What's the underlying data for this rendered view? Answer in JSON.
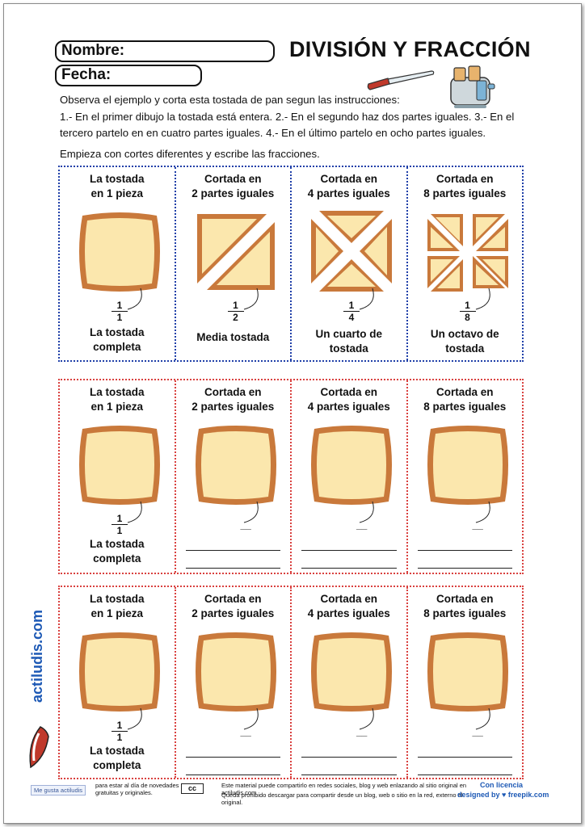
{
  "header": {
    "name_label": "Nombre:",
    "date_label": "Fecha:",
    "title": "DIVISIÓN Y FRACCIÓN"
  },
  "instructions": {
    "line1": "Observa el ejemplo y corta esta tostada  de pan segun las instrucciones:",
    "line2": "1.- En el primer dibujo la tostada está entera. 2.- En el segundo haz dos partes iguales. 3.- En el tercero partelo en en cuatro partes iguales. 4.- En el último partelo en ocho partes iguales.",
    "line3": "Empieza con cortes diferentes y escribe las fracciones."
  },
  "example": {
    "cells": [
      {
        "h1": "La tostada",
        "h2": "en 1 pieza",
        "num": "1",
        "den": "1",
        "f1": "La tostada",
        "f2": "completa"
      },
      {
        "h1": "Cortada en",
        "h2": "2 partes iguales",
        "num": "1",
        "den": "2",
        "f1": "Media tostada",
        "f2": ""
      },
      {
        "h1": "Cortada en",
        "h2": "4 partes iguales",
        "num": "1",
        "den": "4",
        "f1": "Un cuarto de",
        "f2": "tostada"
      },
      {
        "h1": "Cortada en",
        "h2": "8 partes iguales",
        "num": "1",
        "den": "8",
        "f1": "Un octavo de",
        "f2": "tostada"
      }
    ]
  },
  "exercise": {
    "first": {
      "h1": "La tostada",
      "h2": "en 1 pieza",
      "num": "1",
      "den": "1",
      "f1": "La tostada",
      "f2": "completa"
    },
    "others": [
      {
        "h1": "Cortada en",
        "h2": "2 partes iguales"
      },
      {
        "h1": "Cortada en",
        "h2": "4 partes iguales"
      },
      {
        "h1": "Cortada en",
        "h2": "8 partes iguales"
      }
    ],
    "blank_mark": "__"
  },
  "side_brand": "actiludis.com",
  "footer": {
    "like": "Me gusta  actiludis",
    "follow": "para estar al día de novedades gratuitas y originales.",
    "license1": "Este material puede compartirlo en redes sociales, blog y web enlazando al sitio original en actiludis.com",
    "license2": "Queda prohibido descargar para compartir desde un blog, web o sitio en la red, externo al original.",
    "cc": "cc",
    "credit1": "Con licencia",
    "credit2": "designed by ♥ freepik.com"
  },
  "colors": {
    "blue_border": "#1f3fa8",
    "red_border": "#d9413f",
    "crust": "#c9793b",
    "bread": "#fbe7ad",
    "brand": "#1d59b5"
  }
}
